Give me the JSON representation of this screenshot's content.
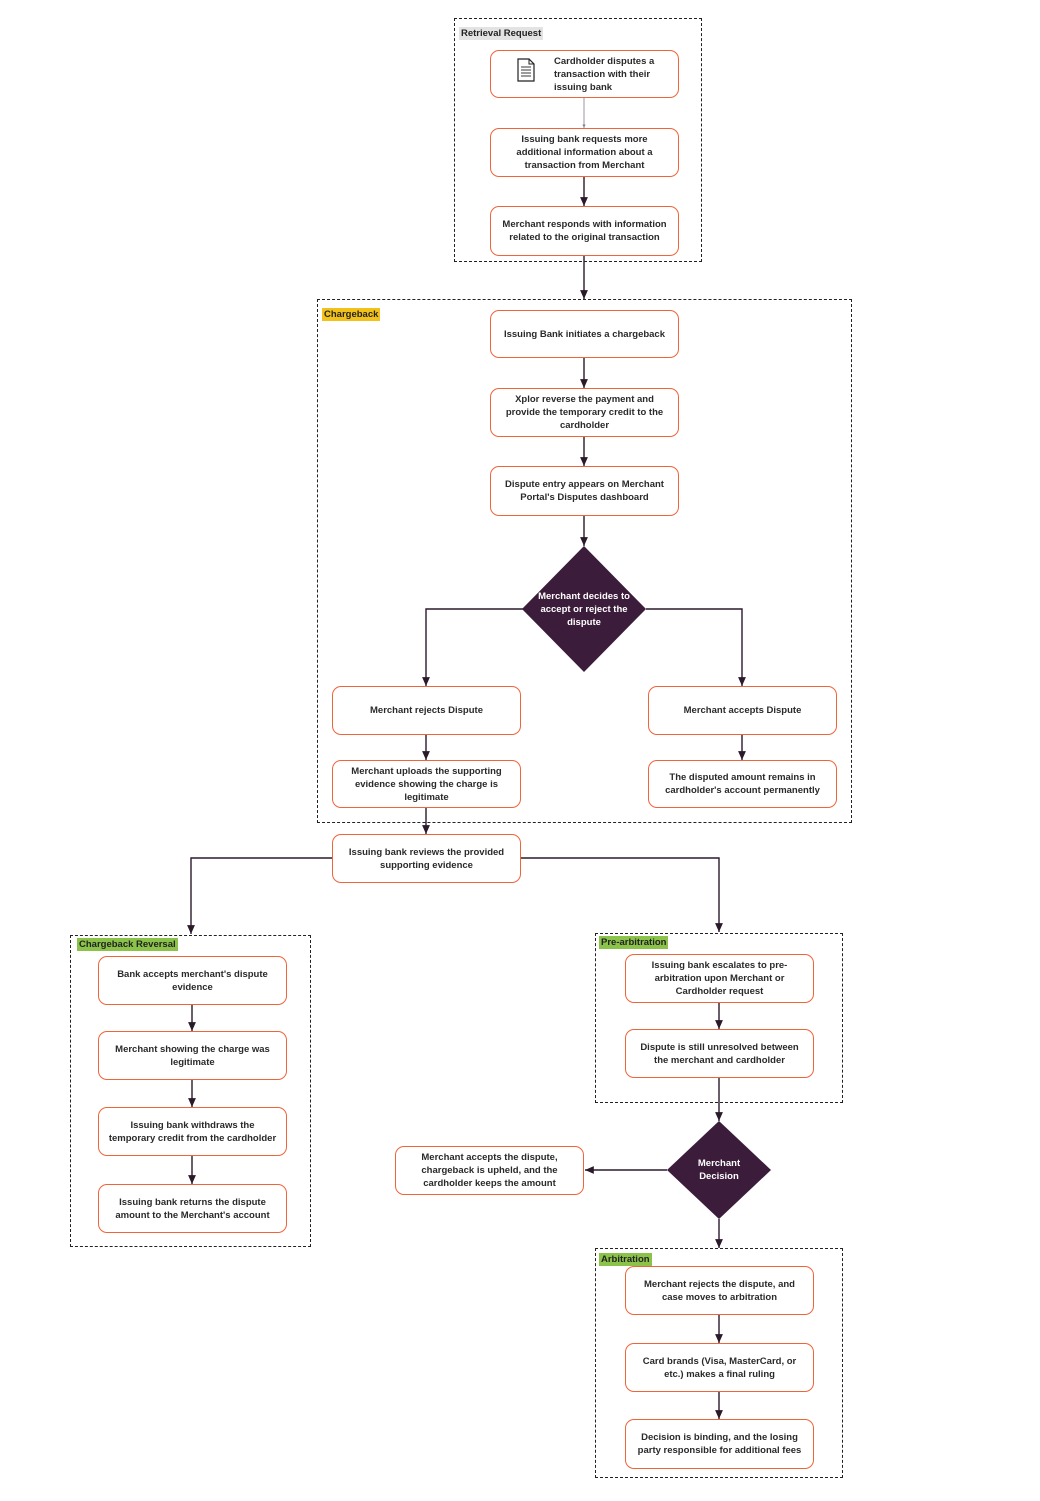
{
  "groups": {
    "retrieval": "Retrieval Request",
    "chargeback": "Chargeback",
    "reversal": "Chargeback Reversal",
    "pre_arbitration": "Pre-arbitration",
    "arbitration": "Arbitration"
  },
  "nodes": {
    "n1": "Cardholder disputes a transaction with their issuing bank",
    "n2": "Issuing bank requests more additional information about a transaction from Merchant",
    "n3": "Merchant responds with information related to the original transaction",
    "n4": "Issuing Bank initiates a chargeback",
    "n5": "Xplor reverse the payment and provide the temporary credit to the cardholder",
    "n6": "Dispute entry appears on Merchant Portal's Disputes dashboard",
    "d1": "Merchant decides to accept or reject the dispute",
    "n7": "Merchant rejects Dispute",
    "n8": "Merchant uploads the supporting evidence showing the charge is legitimate",
    "n9": "Merchant accepts Dispute",
    "n10": "The disputed amount remains in cardholder's account permanently",
    "n11": "Issuing bank reviews the provided supporting evidence",
    "r1": "Bank accepts merchant's dispute evidence",
    "r2": "Merchant showing the charge was legitimate",
    "r3": "Issuing bank withdraws the temporary credit from the cardholder",
    "r4": "Issuing bank returns the dispute amount to the Merchant's account",
    "p1": "Issuing bank escalates to pre-arbitration upon Merchant or Cardholder request",
    "p2": "Dispute is still unresolved between the merchant and cardholder",
    "d2": "Merchant Decision",
    "m1": "Merchant accepts the dispute, chargeback is upheld, and the cardholder keeps the amount",
    "a1": "Merchant rejects the dispute, and case moves to arbitration",
    "a2": "Card brands (Visa, MasterCard, or etc.) makes a final ruling",
    "a3": "Decision is binding, and the losing party responsible for additional fees"
  },
  "icons": {
    "n1": "document-icon"
  },
  "colors": {
    "node_border": "#f0643a",
    "decision_fill": "#3b1c3a",
    "connector": "#3b1c3a",
    "label_retrieval": "#e3e3e3",
    "label_chargeback": "#f2c21b",
    "label_green": "#8bc34a"
  }
}
